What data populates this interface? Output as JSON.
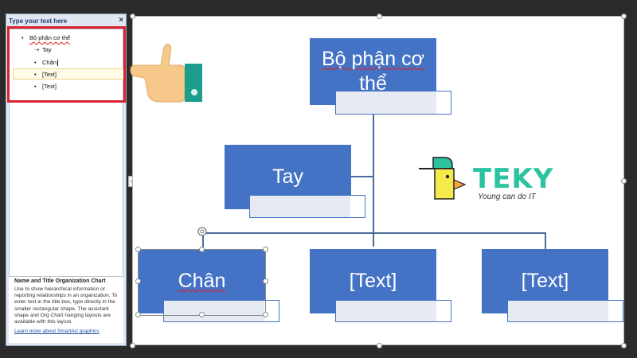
{
  "text_pane": {
    "header": "Type your text here",
    "close_glyph": "×",
    "items": [
      {
        "text": "Bộ phận cơ thể",
        "level": 0,
        "bullet": "•"
      },
      {
        "text": "Tay",
        "level": 1,
        "bullet": "⇢"
      },
      {
        "text": "Chân",
        "level": 1,
        "bullet": "•"
      },
      {
        "text": "[Text]",
        "level": 1,
        "bullet": "•"
      },
      {
        "text": "[Text]",
        "level": 1,
        "bullet": "•"
      }
    ],
    "description": {
      "title": "Name and Title Organization Chart",
      "body": "Use to show hierarchical information or reporting relationships in an organization. To enter text in the title box, type directly in the smaller rectangular shape. The assistant shape and Org Chart hanging layouts are available with this layout.",
      "link": "Learn more about SmartArt graphics"
    }
  },
  "chart": {
    "root": "Bộ phận cơ thể",
    "assistant": "Tay",
    "children": [
      "Chân",
      "[Text]",
      "[Text]"
    ]
  },
  "logo": {
    "brand": "TEKY",
    "tagline": "Young can do IT"
  },
  "colors": {
    "shape_fill": "#4472c4",
    "highlight_red": "#d9232d",
    "logo_teal": "#2cc4a0",
    "logo_yellow": "#f6e94b"
  },
  "icons": {
    "pointing": "pointing-hand-icon",
    "expand": "expand-arrow-icon"
  }
}
